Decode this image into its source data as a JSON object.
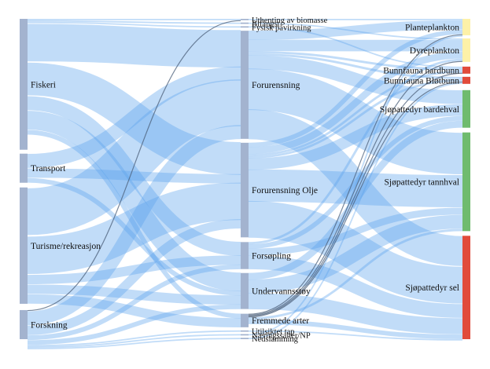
{
  "chart_data": {
    "type": "sankey",
    "columns": [
      {
        "nodes": [
          {
            "id": "fiskeri",
            "label": "Fiskeri",
            "value": 27,
            "color": "#a3b3cf"
          },
          {
            "id": "transport",
            "label": "Transport",
            "value": 6,
            "color": "#a3b3cf"
          },
          {
            "id": "turisme",
            "label": "Turisme/rekreasjon",
            "value": 24,
            "color": "#a3b3cf"
          },
          {
            "id": "forskning",
            "label": "Forskning",
            "value": 6,
            "color": "#a3b3cf"
          }
        ]
      },
      {
        "nodes": [
          {
            "id": "uthenting",
            "label": "Uthenting av biomasse",
            "value": 0.3,
            "color": "#a3b3cf"
          },
          {
            "id": "bifangst",
            "label": "Bifangst",
            "value": 0.3,
            "color": "#a3b3cf"
          },
          {
            "id": "fysisk",
            "label": "Fysisk påvirkning",
            "value": 0.3,
            "color": "#a3b3cf"
          },
          {
            "id": "forurensning",
            "label": "Forurensning",
            "value": 24,
            "color": "#a3b3cf"
          },
          {
            "id": "olje",
            "label": "Forurensning Olje",
            "value": 21,
            "color": "#a3b3cf"
          },
          {
            "id": "forsopling",
            "label": "Forsøpling",
            "value": 6,
            "color": "#a3b3cf"
          },
          {
            "id": "undervannsstoy",
            "label": "Undervannsstøy",
            "value": 8,
            "color": "#a3b3cf"
          },
          {
            "id": "fremmede",
            "label": "Fremmede arter",
            "value": 3,
            "color": "#a3b3cf"
          },
          {
            "id": "utilsiktet",
            "label": "Utilsiktet tap",
            "value": 0.3,
            "color": "#a3b3cf"
          },
          {
            "id": "naering",
            "label": "Næringssalter/NP",
            "value": 0.3,
            "color": "#a3b3cf"
          },
          {
            "id": "nedslamming",
            "label": "Nedslamming",
            "value": 0.3,
            "color": "#a3b3cf"
          }
        ]
      },
      {
        "nodes": [
          {
            "id": "planteplankton",
            "label": "Planteplankton",
            "value": 3.5,
            "color": "#fdf1a8"
          },
          {
            "id": "dyreplankton",
            "label": "Dyreplankton",
            "value": 5,
            "color": "#fdf1a8"
          },
          {
            "id": "hardbunn",
            "label": "Bunnfauna hardbunn",
            "value": 1.5,
            "color": "#e14b3b"
          },
          {
            "id": "blotbunn",
            "label": "Bunnfauna Bløtbunn",
            "value": 1.5,
            "color": "#e14b3b"
          },
          {
            "id": "bardehval",
            "label": "Sjøpattedyr bardehval",
            "value": 8,
            "color": "#6fbb6e"
          },
          {
            "id": "tannhval",
            "label": "Sjøpattedyr tannhval",
            "value": 21,
            "color": "#6fbb6e"
          },
          {
            "id": "sel",
            "label": "Sjøpattedyr sel",
            "value": 22,
            "color": "#e14b3b"
          }
        ]
      }
    ],
    "links": [
      {
        "source": "fiskeri",
        "target": "uthenting",
        "value": 0.3
      },
      {
        "source": "fiskeri",
        "target": "bifangst",
        "value": 0.3
      },
      {
        "source": "fiskeri",
        "target": "fysisk",
        "value": 0.3
      },
      {
        "source": "fiskeri",
        "target": "forurensning",
        "value": 8
      },
      {
        "source": "fiskeri",
        "target": "olje",
        "value": 7
      },
      {
        "source": "fiskeri",
        "target": "forsopling",
        "value": 3
      },
      {
        "source": "fiskeri",
        "target": "undervannsstoy",
        "value": 4
      },
      {
        "source": "fiskeri",
        "target": "fremmede",
        "value": 1
      },
      {
        "source": "transport",
        "target": "forurensning",
        "value": 3
      },
      {
        "source": "transport",
        "target": "olje",
        "value": 2
      },
      {
        "source": "transport",
        "target": "undervannsstoy",
        "value": 1
      },
      {
        "source": "turisme",
        "target": "forurensning",
        "value": 10
      },
      {
        "source": "turisme",
        "target": "olje",
        "value": 8
      },
      {
        "source": "turisme",
        "target": "forsopling",
        "value": 2
      },
      {
        "source": "turisme",
        "target": "undervannsstoy",
        "value": 2
      },
      {
        "source": "turisme",
        "target": "fremmede",
        "value": 2
      },
      {
        "source": "forskning",
        "target": "uthenting",
        "value": 0.2
      },
      {
        "source": "forskning",
        "target": "forurensning",
        "value": 3
      },
      {
        "source": "forskning",
        "target": "olje",
        "value": 2
      },
      {
        "source": "forskning",
        "target": "forsopling",
        "value": 1
      },
      {
        "source": "forskning",
        "target": "undervannsstoy",
        "value": 1
      },
      {
        "source": "forskning",
        "target": "utilsiktet",
        "value": 0.3
      },
      {
        "source": "forskning",
        "target": "naering",
        "value": 0.3
      },
      {
        "source": "forskning",
        "target": "nedslamming",
        "value": 0.3
      },
      {
        "source": "uthenting",
        "target": "planteplankton",
        "value": 0.3
      },
      {
        "source": "bifangst",
        "target": "dyreplankton",
        "value": 0.3
      },
      {
        "source": "fysisk",
        "target": "hardbunn",
        "value": 0.3
      },
      {
        "source": "forurensning",
        "target": "planteplankton",
        "value": 2
      },
      {
        "source": "forurensning",
        "target": "dyreplankton",
        "value": 2.5
      },
      {
        "source": "forurensning",
        "target": "hardbunn",
        "value": 0.5
      },
      {
        "source": "forurensning",
        "target": "blotbunn",
        "value": 0.5
      },
      {
        "source": "forurensning",
        "target": "bardehval",
        "value": 3
      },
      {
        "source": "forurensning",
        "target": "tannhval",
        "value": 9
      },
      {
        "source": "forurensning",
        "target": "sel",
        "value": 6.5
      },
      {
        "source": "olje",
        "target": "planteplankton",
        "value": 1
      },
      {
        "source": "olje",
        "target": "dyreplankton",
        "value": 1.5
      },
      {
        "source": "olje",
        "target": "hardbunn",
        "value": 0.5
      },
      {
        "source": "olje",
        "target": "blotbunn",
        "value": 0.5
      },
      {
        "source": "olje",
        "target": "bardehval",
        "value": 2.5
      },
      {
        "source": "olje",
        "target": "tannhval",
        "value": 7
      },
      {
        "source": "olje",
        "target": "sel",
        "value": 8
      },
      {
        "source": "forsopling",
        "target": "dyreplankton",
        "value": 0.5
      },
      {
        "source": "forsopling",
        "target": "bardehval",
        "value": 1
      },
      {
        "source": "forsopling",
        "target": "tannhval",
        "value": 1.5
      },
      {
        "source": "forsopling",
        "target": "sel",
        "value": 3
      },
      {
        "source": "undervannsstoy",
        "target": "bardehval",
        "value": 1.5
      },
      {
        "source": "undervannsstoy",
        "target": "tannhval",
        "value": 3
      },
      {
        "source": "undervannsstoy",
        "target": "sel",
        "value": 3.5
      },
      {
        "source": "fremmede",
        "target": "planteplankton",
        "value": 0.2
      },
      {
        "source": "fremmede",
        "target": "dyreplankton",
        "value": 0.2
      },
      {
        "source": "fremmede",
        "target": "hardbunn",
        "value": 0.2
      },
      {
        "source": "fremmede",
        "target": "blotbunn",
        "value": 0.2
      },
      {
        "source": "fremmede",
        "target": "tannhval",
        "value": 0.5
      },
      {
        "source": "fremmede",
        "target": "sel",
        "value": 1
      },
      {
        "source": "utilsiktet",
        "target": "sel",
        "value": 0.3
      },
      {
        "source": "naering",
        "target": "planteplankton",
        "value": 0.3
      },
      {
        "source": "nedslamming",
        "target": "blotbunn",
        "value": 0.3
      }
    ],
    "link_color": "#5ba3ec"
  }
}
